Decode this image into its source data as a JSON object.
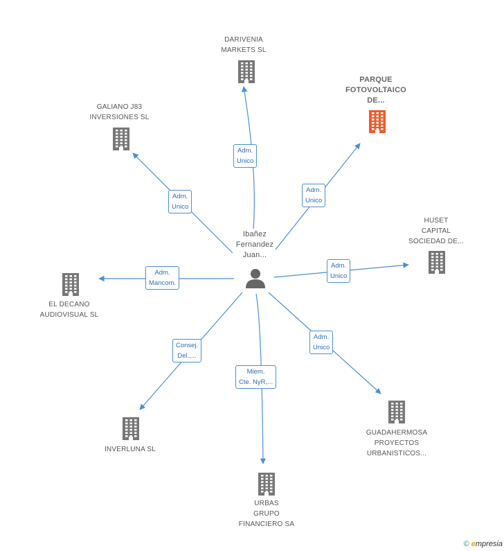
{
  "center": {
    "label": "Ibañez\nFernandez\nJuan..."
  },
  "nodes": [
    {
      "id": "darivenia",
      "label": "DARIVENIA\nMARKETS SL",
      "highlight": false,
      "role": "Adm.\nUnico"
    },
    {
      "id": "parque",
      "label": "PARQUE\nFOTOVOLTAICO\nDE...",
      "highlight": true,
      "role": "Adm.\nUnico"
    },
    {
      "id": "galiano",
      "label": "GALIANO J83\nINVERSIONES SL",
      "highlight": false,
      "role": "Adm.\nUnico"
    },
    {
      "id": "huset",
      "label": "HUSET\nCAPITAL\nSOCIEDAD DE...",
      "highlight": false,
      "role": "Adm.\nUnico"
    },
    {
      "id": "decano",
      "label": "EL DECANO\nAUDIOVISUAL SL",
      "highlight": false,
      "role": "Adm.\nMancom."
    },
    {
      "id": "guadahermosa",
      "label": "GUADAHERMOSA\nPROYECTOS\nURBANISTICOS...",
      "highlight": false,
      "role": "Adm.\nUnico"
    },
    {
      "id": "inverluna",
      "label": "INVERLUNA SL",
      "highlight": false,
      "role": "Consej.\nDel.,..."
    },
    {
      "id": "urbas",
      "label": "URBAS\nGRUPO\nFINANCIERO SA",
      "highlight": false,
      "role": "Miem.\nCte. NyR,..."
    }
  ],
  "colors": {
    "edge": "#4a8fd6",
    "building": "#777777",
    "highlight": "#f05a28",
    "person": "#666666"
  },
  "footer": {
    "copyright": "©",
    "brand_e": "e",
    "brand_rest": "mpresia"
  }
}
